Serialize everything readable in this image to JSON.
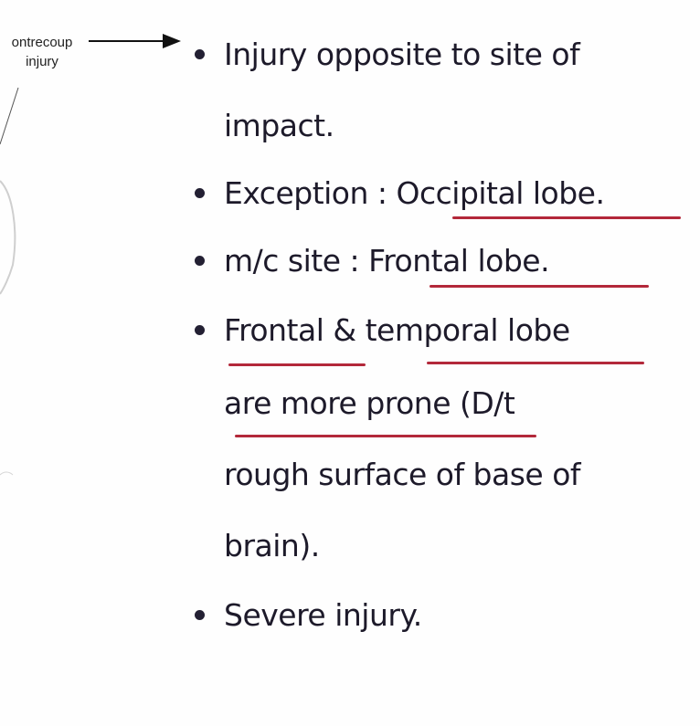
{
  "diagram": {
    "label_line1": "ontrecoup",
    "label_line2": "injury"
  },
  "notes": {
    "item1_line1": "Injury opposite to site of",
    "item1_line2": "impact.",
    "item2_prefix": "Exception : ",
    "item2_highlight": "Occipital lobe.",
    "item3_prefix": "m/c site : ",
    "item3_highlight": "Frontal lobe.",
    "item4_line1_a": "Frontal",
    "item4_line1_b": " & ",
    "item4_line1_c": "temporal lobe",
    "item4_line2_a": "are more prone",
    "item4_line2_b": " (D/t",
    "item4_line3": "rough surface of base of",
    "item4_line4": "brain).",
    "item5": "Severe injury."
  },
  "colors": {
    "ink": "#1d1a2a",
    "underline": "#b3283a"
  }
}
